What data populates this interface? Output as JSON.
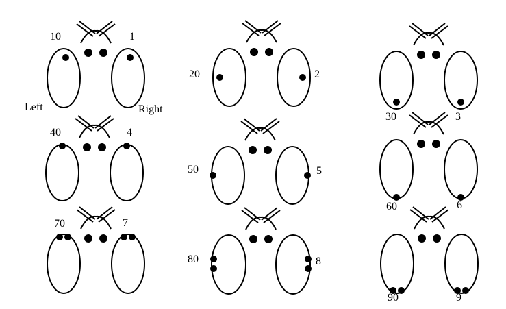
{
  "side_labels": {
    "left": "Left",
    "right": "Right"
  },
  "figures": [
    {
      "left_label": "10",
      "right_label": "1"
    },
    {
      "left_label": "20",
      "right_label": "2"
    },
    {
      "left_label": "30",
      "right_label": "3"
    },
    {
      "left_label": "40",
      "right_label": "4"
    },
    {
      "left_label": "50",
      "right_label": "5"
    },
    {
      "left_label": "60",
      "right_label": "6"
    },
    {
      "left_label": "70",
      "right_label": "7"
    },
    {
      "left_label": "80",
      "right_label": "8"
    },
    {
      "left_label": "90",
      "right_label": "9"
    }
  ],
  "colors": {
    "ink": "#000000",
    "background": "#ffffff"
  }
}
